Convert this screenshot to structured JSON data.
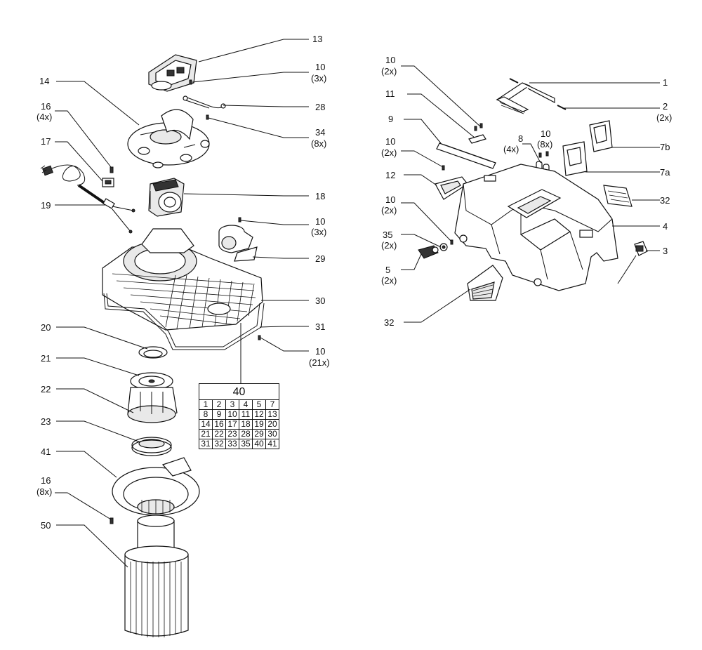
{
  "callouts": {
    "c13": "13",
    "c10_3x_a": "10",
    "c10_3x_a_q": "(3x)",
    "c14": "14",
    "c28": "28",
    "c16_4x": "16",
    "c16_4x_q": "(4x)",
    "c34": "34",
    "c34_q": "(8x)",
    "c17": "17",
    "c18": "18",
    "c19": "19",
    "c10_3x_b": "10",
    "c10_3x_b_q": "(3x)",
    "c29": "29",
    "c30": "30",
    "c31": "31",
    "c20": "20",
    "c10_21x": "10",
    "c10_21x_q": "(21x)",
    "c21": "21",
    "c22": "22",
    "c23": "23",
    "c41": "41",
    "c16_8x": "16",
    "c16_8x_q": "(8x)",
    "c50": "50",
    "c10_2x_a": "10",
    "c10_2x_a_q": "(2x)",
    "c1": "1",
    "c2": "2",
    "c2_q": "(2x)",
    "c11": "11",
    "c9": "9",
    "c8": "8",
    "c8_q": "(4x)",
    "c10_8x": "10",
    "c10_8x_q": "(8x)",
    "c7b": "7b",
    "c10_2x_b": "10",
    "c10_2x_b_q": "(2x)",
    "c7a": "7a",
    "c12": "12",
    "c32_a": "32",
    "c10_2x_c": "10",
    "c10_2x_c_q": "(2x)",
    "c4": "4",
    "c35": "35",
    "c35_q": "(2x)",
    "c3": "3",
    "c5": "5",
    "c5_q": "(2x)",
    "c32_b": "32"
  },
  "parts_group": {
    "header": "40",
    "rows": [
      [
        "1",
        "2",
        "3",
        "4",
        "5",
        "7"
      ],
      [
        "8",
        "9",
        "10",
        "11",
        "12",
        "13"
      ],
      [
        "14",
        "16",
        "17",
        "18",
        "19",
        "20"
      ],
      [
        "21",
        "22",
        "23",
        "28",
        "29",
        "30"
      ],
      [
        "31",
        "32",
        "33",
        "35",
        "40",
        "41"
      ]
    ]
  }
}
